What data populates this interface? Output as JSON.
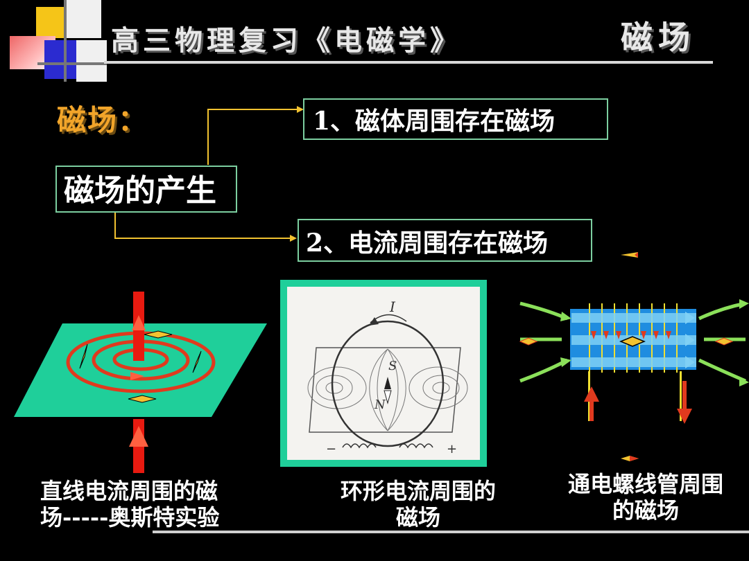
{
  "header": {
    "title": "高三物理复习《电磁学》",
    "section": "磁场"
  },
  "main": {
    "label": "磁场：",
    "center_box": "磁场的产生",
    "branch1": "1、磁体周围存在磁场",
    "branch2": "2、电流周围存在磁场"
  },
  "figures": {
    "straight": {
      "caption_line1": "直线电流周围的磁",
      "caption_line2": "场-----奥斯特实验"
    },
    "ring": {
      "caption_line1": "环形电流周围的",
      "caption_line2": "磁场",
      "label_I": "I",
      "label_S": "S",
      "label_N": "N",
      "minus": "−",
      "plus": "+"
    },
    "solenoid": {
      "caption_line1": "通电螺线管周围",
      "caption_line2": "的磁场"
    }
  },
  "colors": {
    "accent_orange": "#f2a52a",
    "box_border": "#7ccfa0",
    "plane_green": "#1fcf9a",
    "current_red": "#e03a1e",
    "solenoid_blue": "#1f8de0"
  }
}
